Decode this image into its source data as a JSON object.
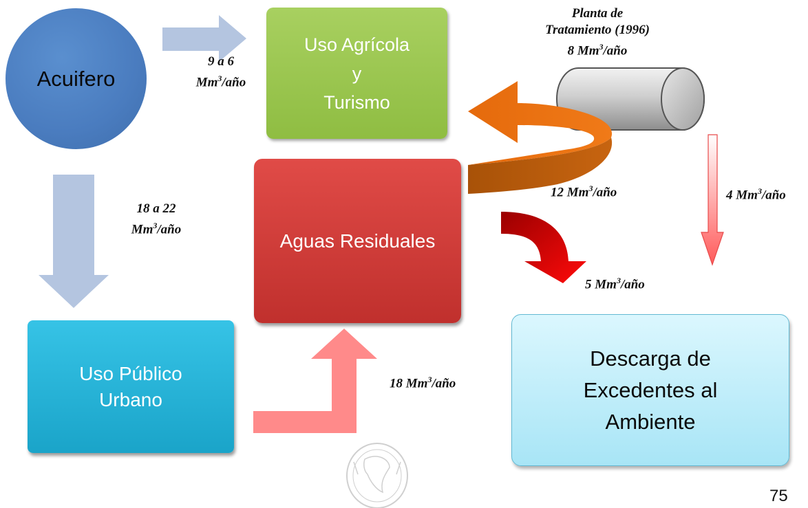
{
  "nodes": {
    "acuifero": "Acuifero",
    "agricola_lines": [
      "Uso Agrícola",
      "y",
      "Turismo"
    ],
    "aguas_residuales": "Aguas Residuales",
    "urbano_lines": [
      "Uso Público",
      "Urbano"
    ],
    "descarga_lines": [
      "Descarga de",
      "Excedentes al",
      "Ambiente"
    ]
  },
  "flows": {
    "acuifero_agricola": {
      "line1": "9 a 6",
      "unit_main": "Mm",
      "unit_exp": "3",
      "unit_tail": "/año"
    },
    "acuifero_urbano": {
      "line1": "18 a 22",
      "unit_main": "Mm",
      "unit_exp": "3",
      "unit_tail": "/año"
    },
    "planta": {
      "line1": "Planta de",
      "line2": "Tratamiento (1996)",
      "value": "8 Mm",
      "exp": "3",
      "tail": "/año"
    },
    "reuse": {
      "value": "12 Mm",
      "exp": "3",
      "tail": "/año"
    },
    "planta_descarga": {
      "value": "4 Mm",
      "exp": "3",
      "tail": "/año"
    },
    "aguas_descarga": {
      "value": "5 Mm",
      "exp": "3",
      "tail": "/año"
    },
    "urbano_aguas": {
      "value": "18 Mm",
      "exp": "3",
      "tail": "/año"
    }
  },
  "page_number": "75",
  "colors": {
    "acuifero": "#4a7cbf",
    "agricola": "#9ac64f",
    "aguas_residuales": "#d03d3a",
    "urbano": "#26b4d8",
    "descarga": "#c3eefb",
    "light_blue_arrow": "#b4c5e0",
    "pink_arrow": "#ff8a8a",
    "orange_arrow": "#e46d10",
    "red_arrow": "#e00000"
  },
  "icons": [
    "treatment-plant-cylinder",
    "university-seal-watermark"
  ]
}
